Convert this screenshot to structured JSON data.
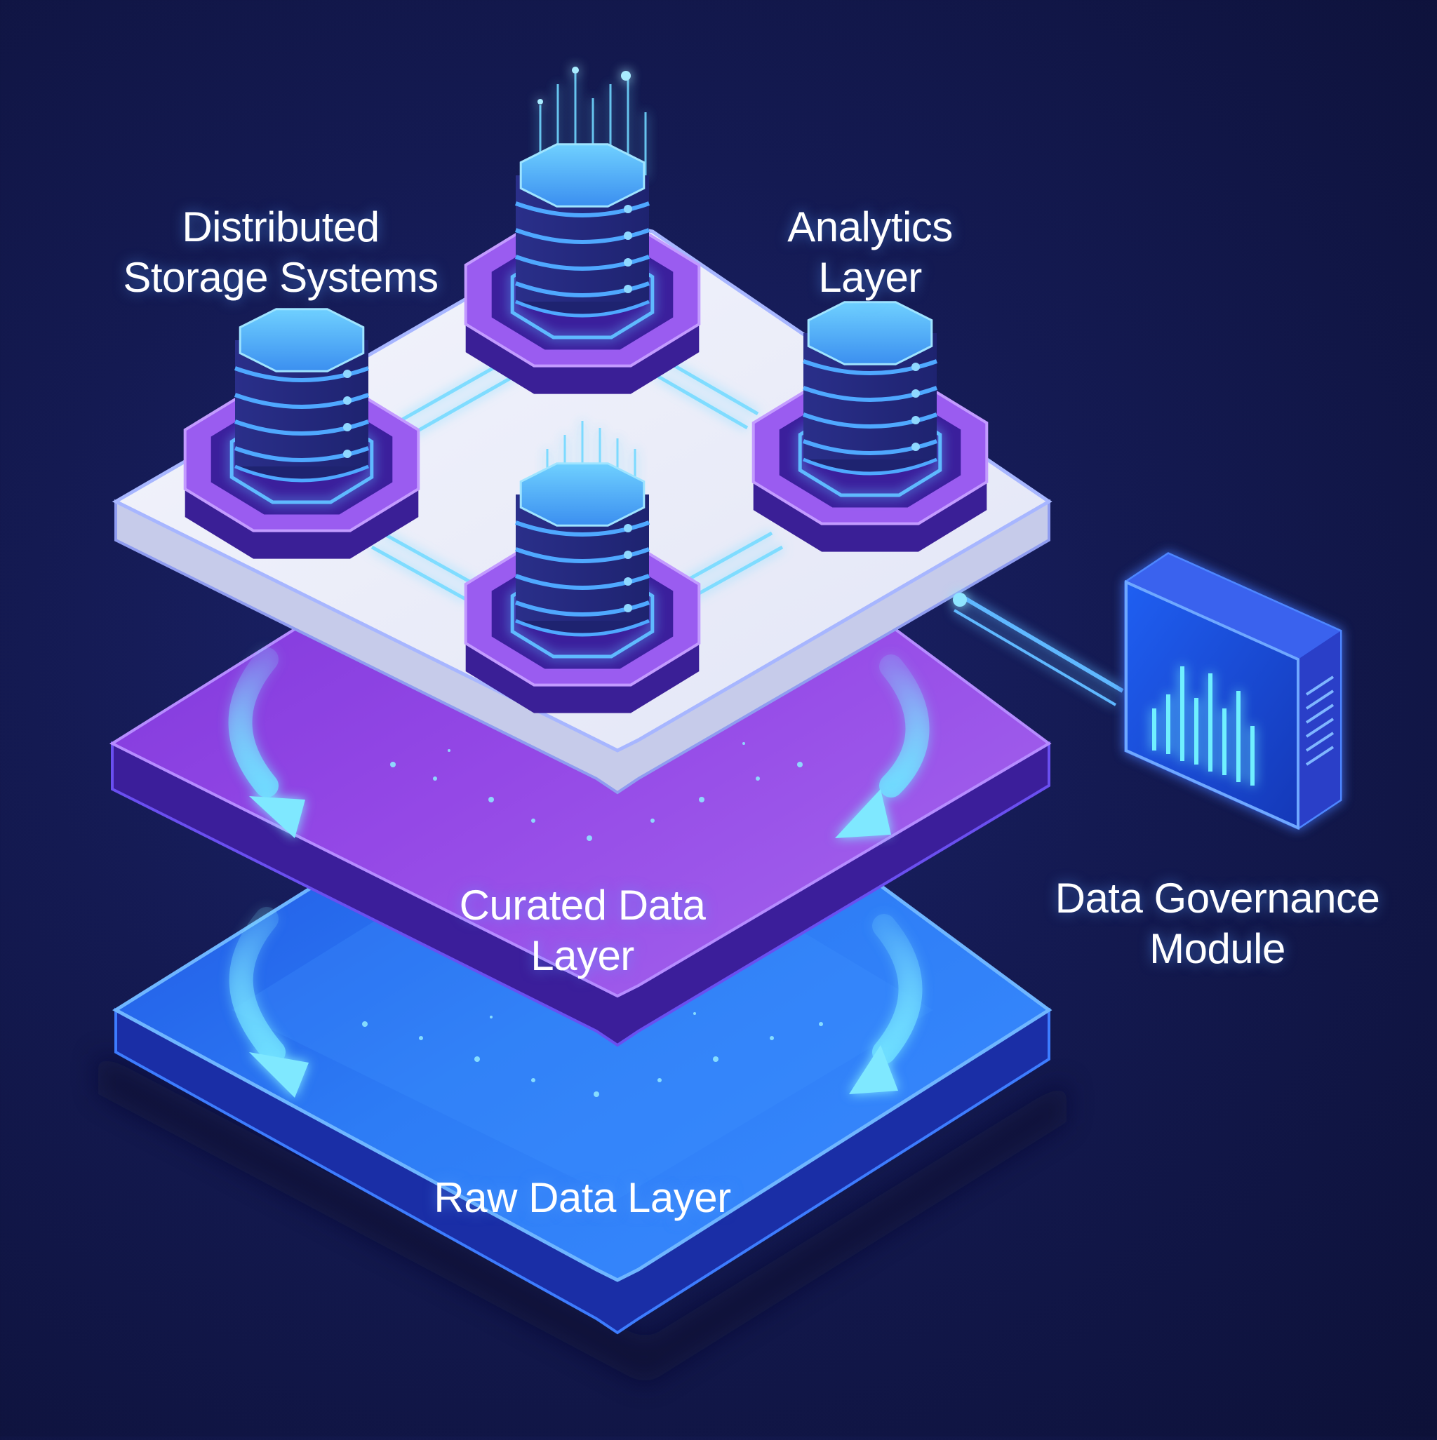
{
  "labels": {
    "distributed_storage": [
      "Distributed",
      "Storage Systems"
    ],
    "analytics": [
      "Analytics",
      "Layer"
    ],
    "curated": [
      "Curated Data",
      "Layer"
    ],
    "raw": "Raw Data Layer",
    "governance": [
      "Data Governance",
      "Module"
    ]
  },
  "icons": {
    "database_nodes": [
      "database-icon",
      "database-icon",
      "database-icon",
      "database-icon"
    ],
    "governance": "monitor-chart-icon",
    "flow": "arrow-down-icon"
  },
  "colors": {
    "background": "#141a52",
    "accent_cyan": "#4fd2ff",
    "accent_blue": "#2d5cf0",
    "accent_purple": "#8a4be0",
    "platform_top": "#eef0fb"
  }
}
